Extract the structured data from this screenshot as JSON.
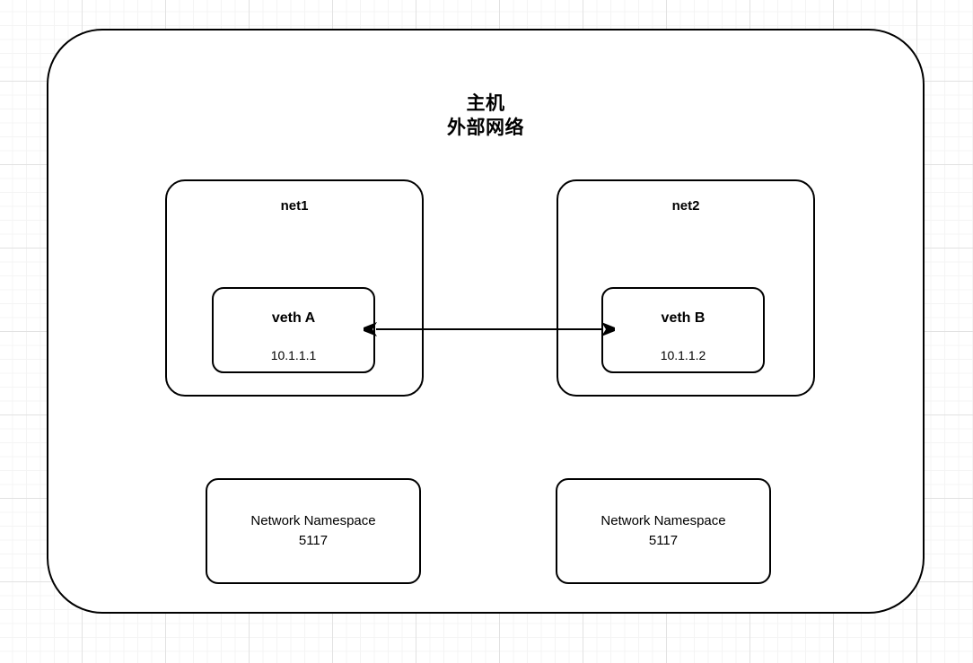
{
  "diagram": {
    "type": "network-namespace-veth-pair",
    "background": {
      "grid": "graph-paper",
      "minor_grid_color": "#f4f4f4",
      "major_grid_color": "#e2e2e2",
      "page_color": "#ffffff"
    },
    "stroke_color": "#000000",
    "host": {
      "title_line1": "主机",
      "title_line2": "外部网络"
    },
    "networks": [
      {
        "id": "net1",
        "label": "net1",
        "veth": {
          "name": "veth A",
          "ip": "10.1.1.1"
        }
      },
      {
        "id": "net2",
        "label": "net2",
        "veth": {
          "name": "veth B",
          "ip": "10.1.1.2"
        }
      }
    ],
    "namespaces": [
      {
        "title": "Network Namespace",
        "pid": "5117"
      },
      {
        "title": "Network Namespace",
        "pid": "5117"
      }
    ],
    "connector": {
      "kind": "double-headed-arrow",
      "from": "veth A",
      "to": "veth B",
      "label": ""
    }
  }
}
